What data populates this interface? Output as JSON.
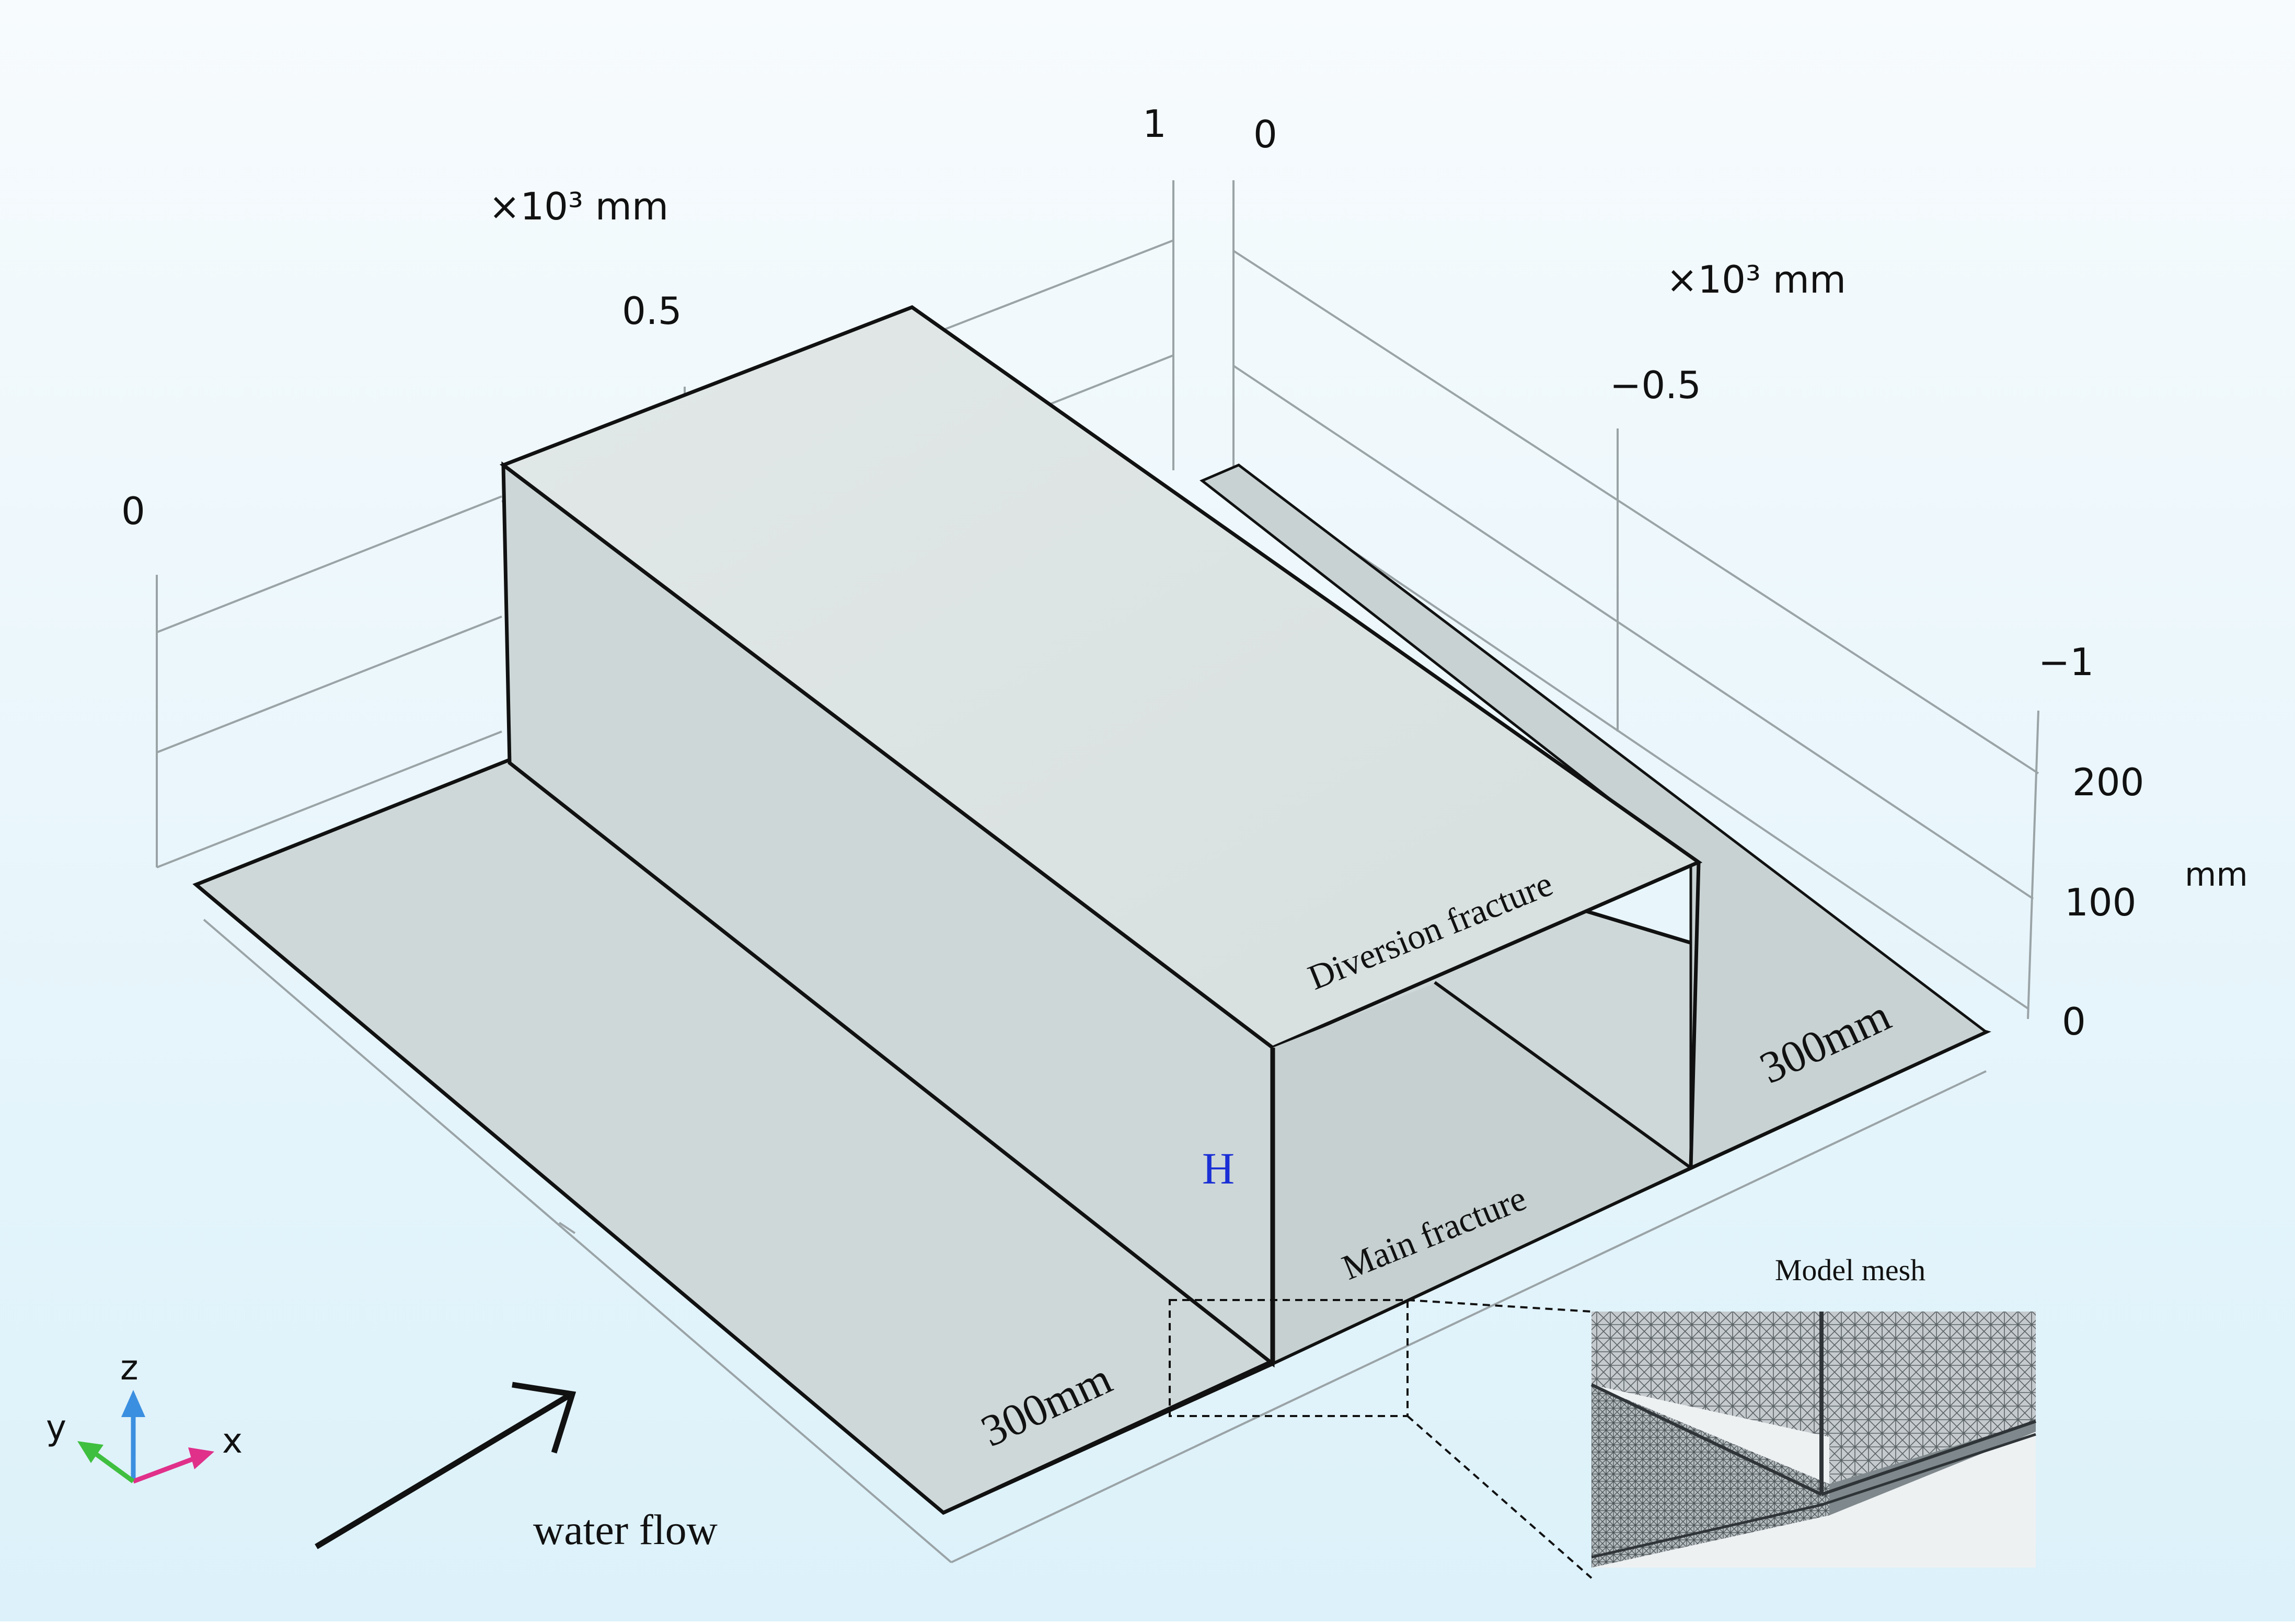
{
  "colors": {
    "bg_top": "#f6fbfd",
    "bg_bottom": "#dff2fa",
    "face_light": "#dde4e4",
    "face_mid": "#d3dcdc",
    "face_dark": "#c9d3d3",
    "edge": "#111111",
    "grid": "#9aa3a6",
    "label_H": "#1a2fd6",
    "axis_x": "#e0308a",
    "axis_y": "#3fbf3f",
    "axis_z": "#3b8fe0"
  },
  "axes": {
    "unit_x": "×10³ mm",
    "unit_y": "×10³ mm",
    "unit_z": "mm",
    "x_ticks": [
      "0",
      "0.5",
      "1"
    ],
    "y_ticks": [
      "0",
      "−0.5",
      "−1"
    ],
    "z_ticks": [
      "200",
      "100",
      "0"
    ]
  },
  "labels": {
    "diversion": "Diversion fracture",
    "main": "Main fracture",
    "height": "H",
    "width_left": "300mm",
    "width_right": "300mm",
    "flow": "water flow",
    "mesh_title": "Model mesh"
  },
  "triad": {
    "x": "x",
    "y": "y",
    "z": "z"
  }
}
